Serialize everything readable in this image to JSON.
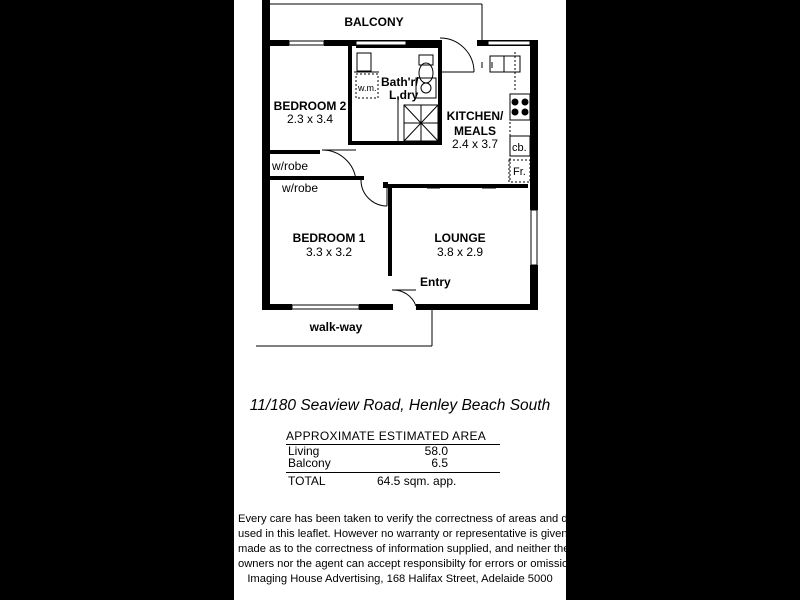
{
  "plan": {
    "balcony": "BALCONY",
    "bedroom2_name": "BEDROOM 2",
    "bedroom2_size": "2.3 x 3.4",
    "bath_line1": "Bath'r/",
    "bath_line2": "L,dry",
    "wm": "w.m.",
    "kitchen_line1": "KITCHEN/",
    "kitchen_line2": "MEALS",
    "kitchen_size": "2.4 x 3.7",
    "cb": "cb.",
    "fr": "Fr.",
    "wrobe1": "w/robe",
    "wrobe2": "w/robe",
    "bedroom1_name": "BEDROOM 1",
    "bedroom1_size": "3.3 x 3.2",
    "lounge_name": "LOUNGE",
    "lounge_size": "3.8 x 2.9",
    "entry": "Entry",
    "walkway": "walk-way"
  },
  "address": "11/180 Seaview Road, Henley Beach South",
  "area": {
    "heading": "APPROXIMATE ESTIMATED AREA",
    "rows": [
      {
        "name": "Living",
        "value": "58.0"
      },
      {
        "name": "Balcony",
        "value": "6.5"
      }
    ],
    "total_label": "TOTAL",
    "total_value": "64.5 sqm. app."
  },
  "disclaimer": [
    "Every care has been taken to verify the correctness of areas and details",
    "used in this leaflet.  However no warranty or representative is given or",
    "made as to the correctness of information supplied, and neither the",
    "owners nor the agent can accept responsibilty for errors or omissions.",
    "Imaging House Advertising, 168 Halifax Street, Adelaide 5000"
  ],
  "colors": {
    "background": "#000000",
    "sheet": "#ffffff",
    "ink": "#000000"
  }
}
